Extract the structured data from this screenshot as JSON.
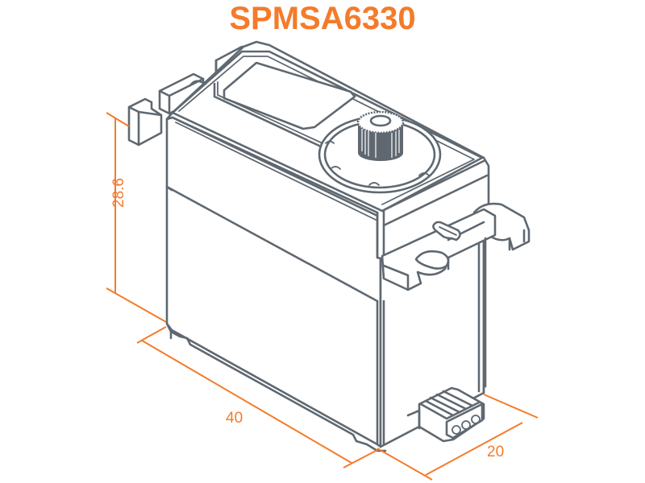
{
  "title": "SPMSA6330",
  "colors": {
    "accent": "#f47b2a",
    "line": "#5f6870",
    "background": "#ffffff"
  },
  "dimensions": {
    "height": "28.6",
    "length": "40",
    "width": "20"
  },
  "drawing": {
    "subject": "servo isometric line drawing",
    "parts": [
      "case-top",
      "label-recess",
      "output-spline",
      "mounting-tabs",
      "connector"
    ]
  }
}
